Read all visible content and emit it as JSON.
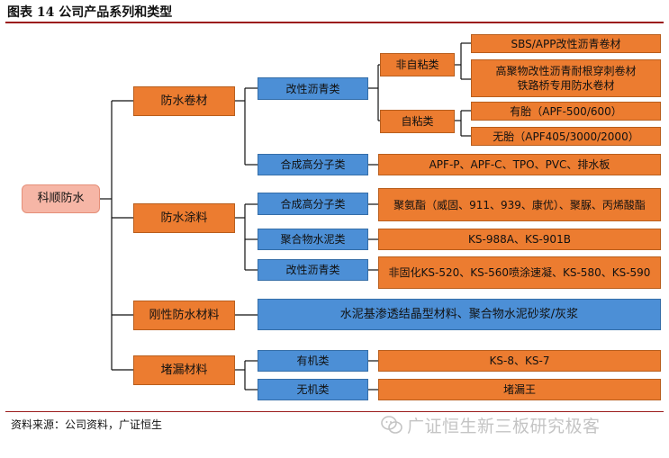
{
  "header": {
    "title": "图表 14 公司产品系列和类型"
  },
  "footer": {
    "source": "资料来源：公司资料，广证恒生",
    "watermark": "广证恒生新三板研究极客"
  },
  "tree": {
    "root": "科顺防水",
    "cat1": {
      "label": "防水卷材",
      "sub1": {
        "label": "改性沥青类",
        "g1": {
          "label": "非自粘类",
          "items": [
            "SBS/APP改性沥青卷材",
            "高聚物改性沥青耐根穿刺卷材",
            "铁路桥专用防水卷材"
          ]
        },
        "g2": {
          "label": "自粘类",
          "items": [
            "有胎（APF-500/600）",
            "无胎（APF405/3000/2000）"
          ]
        }
      },
      "sub2": {
        "label": "合成高分子类",
        "detail": "APF-P、APF-C、TPO、PVC、排水板"
      }
    },
    "cat2": {
      "label": "防水涂料",
      "sub1": {
        "label": "合成高分子类",
        "detail": "聚氨酯（威固、911、939、康优）、聚脲、丙烯酸酯"
      },
      "sub2": {
        "label": "聚合物水泥类",
        "detail": "KS-988A、KS-901B"
      },
      "sub3": {
        "label": "改性沥青类",
        "detail": "非固化KS-520、KS-560喷涂速凝、KS-580、KS-590"
      }
    },
    "cat3": {
      "label": "刚性防水材料",
      "detail": "水泥基渗透结晶型材料、聚合物水泥砂浆/灰浆"
    },
    "cat4": {
      "label": "堵漏材料",
      "sub1": {
        "label": "有机类",
        "detail": "KS-8、KS-7"
      },
      "sub2": {
        "label": "无机类",
        "detail": "堵漏王"
      }
    }
  }
}
